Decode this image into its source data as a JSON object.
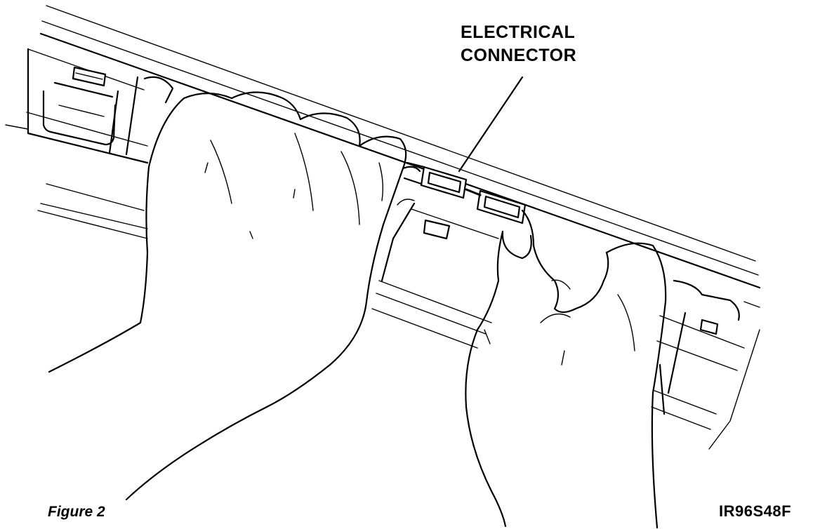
{
  "callout": {
    "line1": "ELECTRICAL",
    "line2": "CONNECTOR"
  },
  "caption": "Figure 2",
  "figure_code": "IR96S48F"
}
